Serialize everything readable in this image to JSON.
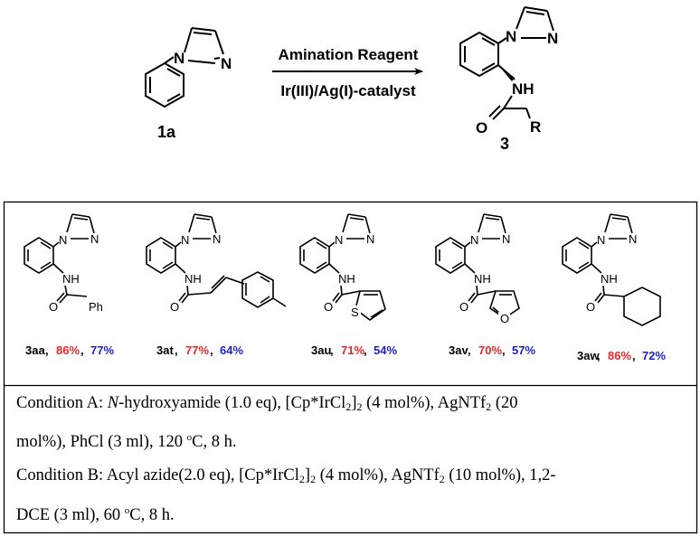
{
  "reaction": {
    "reagent_above": "Amination Reagent",
    "catalyst_below": "Ir(III)/Ag(I)-catalyst",
    "substrate_label": "1a",
    "product_label": "3",
    "atom_N": "N",
    "atom_NH": "NH",
    "atom_O": "O",
    "atom_R": "R"
  },
  "products": [
    {
      "code": "3aa",
      "yield_a": "86%",
      "yield_b": "77%",
      "group_text": "Ph"
    },
    {
      "code": "3at",
      "yield_a": "77%",
      "yield_b": "64%"
    },
    {
      "code": "3au",
      "yield_a": "71%",
      "yield_b": "54%",
      "hetero": "S"
    },
    {
      "code": "3av",
      "yield_a": "70%",
      "yield_b": "57%",
      "hetero": "O"
    },
    {
      "code": "3aw",
      "yield_a": "86%",
      "yield_b": "72%"
    }
  ],
  "separator": ", ",
  "conditions": {
    "a_1": "Condition A: ",
    "a_2": "N",
    "a_3": "-hydroxyamide (1.0 eq), [Cp*IrCl",
    "a_4": "2",
    "a_5": "]",
    "a_6": "2",
    "a_7": " (4 mol%),  AgNTf",
    "a_8": "2",
    "a_9": " (20",
    "a_10": "mol%), PhCl (3 ml), 120 ",
    "a_11": "o",
    "a_12": "C, 8 h.",
    "b_1": "Condition B: Acyl azide(2.0 eq), [Cp*IrCl",
    "b_2": "2",
    "b_3": "]",
    "b_4": "2",
    "b_5": " (4 mol%), AgNTf",
    "b_6": "2",
    "b_7": " (10 mol%), 1,2-",
    "b_8": "DCE (3 ml), 60 ",
    "b_9": "o",
    "b_10": "C, 8 h."
  },
  "colors": {
    "yield_a": "#e8262b",
    "yield_b": "#1f1fcf",
    "text": "#000000"
  }
}
